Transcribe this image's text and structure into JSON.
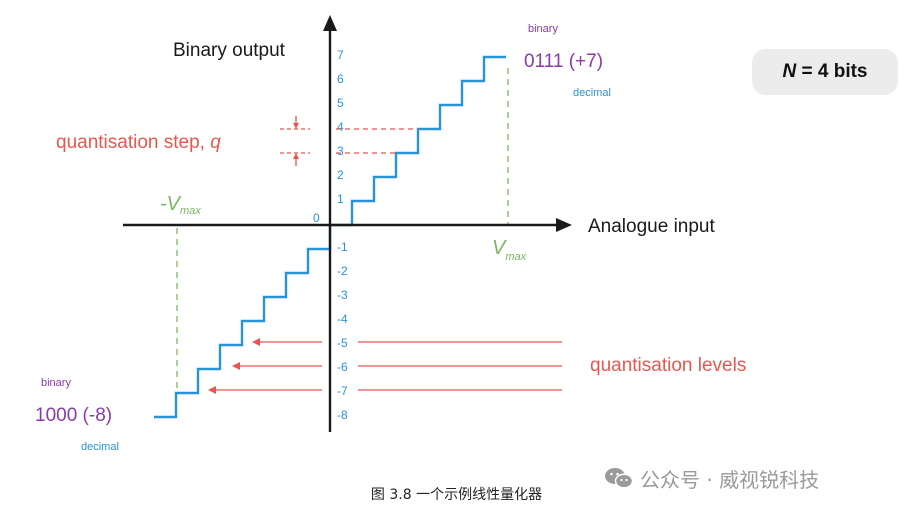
{
  "axes": {
    "y_label": "Binary output",
    "x_label": "Analogue input",
    "origin_label": "0",
    "neg_vmax_prefix": "-V",
    "vmax_v": "V",
    "vmax_sub": "max"
  },
  "levels_positive": [
    "1",
    "2",
    "3",
    "4",
    "5",
    "6",
    "7"
  ],
  "levels_negative": [
    "-1",
    "-2",
    "-3",
    "-4",
    "-5",
    "-6",
    "-7",
    "-8"
  ],
  "annotations": {
    "step_text": "quantisation step, ",
    "step_symbol": "q",
    "levels_text": "quantisation levels",
    "top_binary": "binary",
    "top_code": "0111 (+7)",
    "top_decimal": "decimal",
    "bottom_binary": "binary",
    "bottom_code": "1000 (-8)",
    "bottom_decimal": "decimal"
  },
  "badge": {
    "n_symbol": "N",
    "rest": " = 4 bits"
  },
  "caption": "图 3.8 一个示例线性量化器",
  "watermark": "公众号 · 威视锐科技",
  "colors": {
    "axis": "#1a1a1a",
    "staircase": "#2a93d5",
    "tick_labels": "#2a93d5",
    "green": "#7bb661",
    "red": "#e8574f",
    "purple": "#8b3aa8",
    "decimal_blue": "#2a93d5"
  }
}
